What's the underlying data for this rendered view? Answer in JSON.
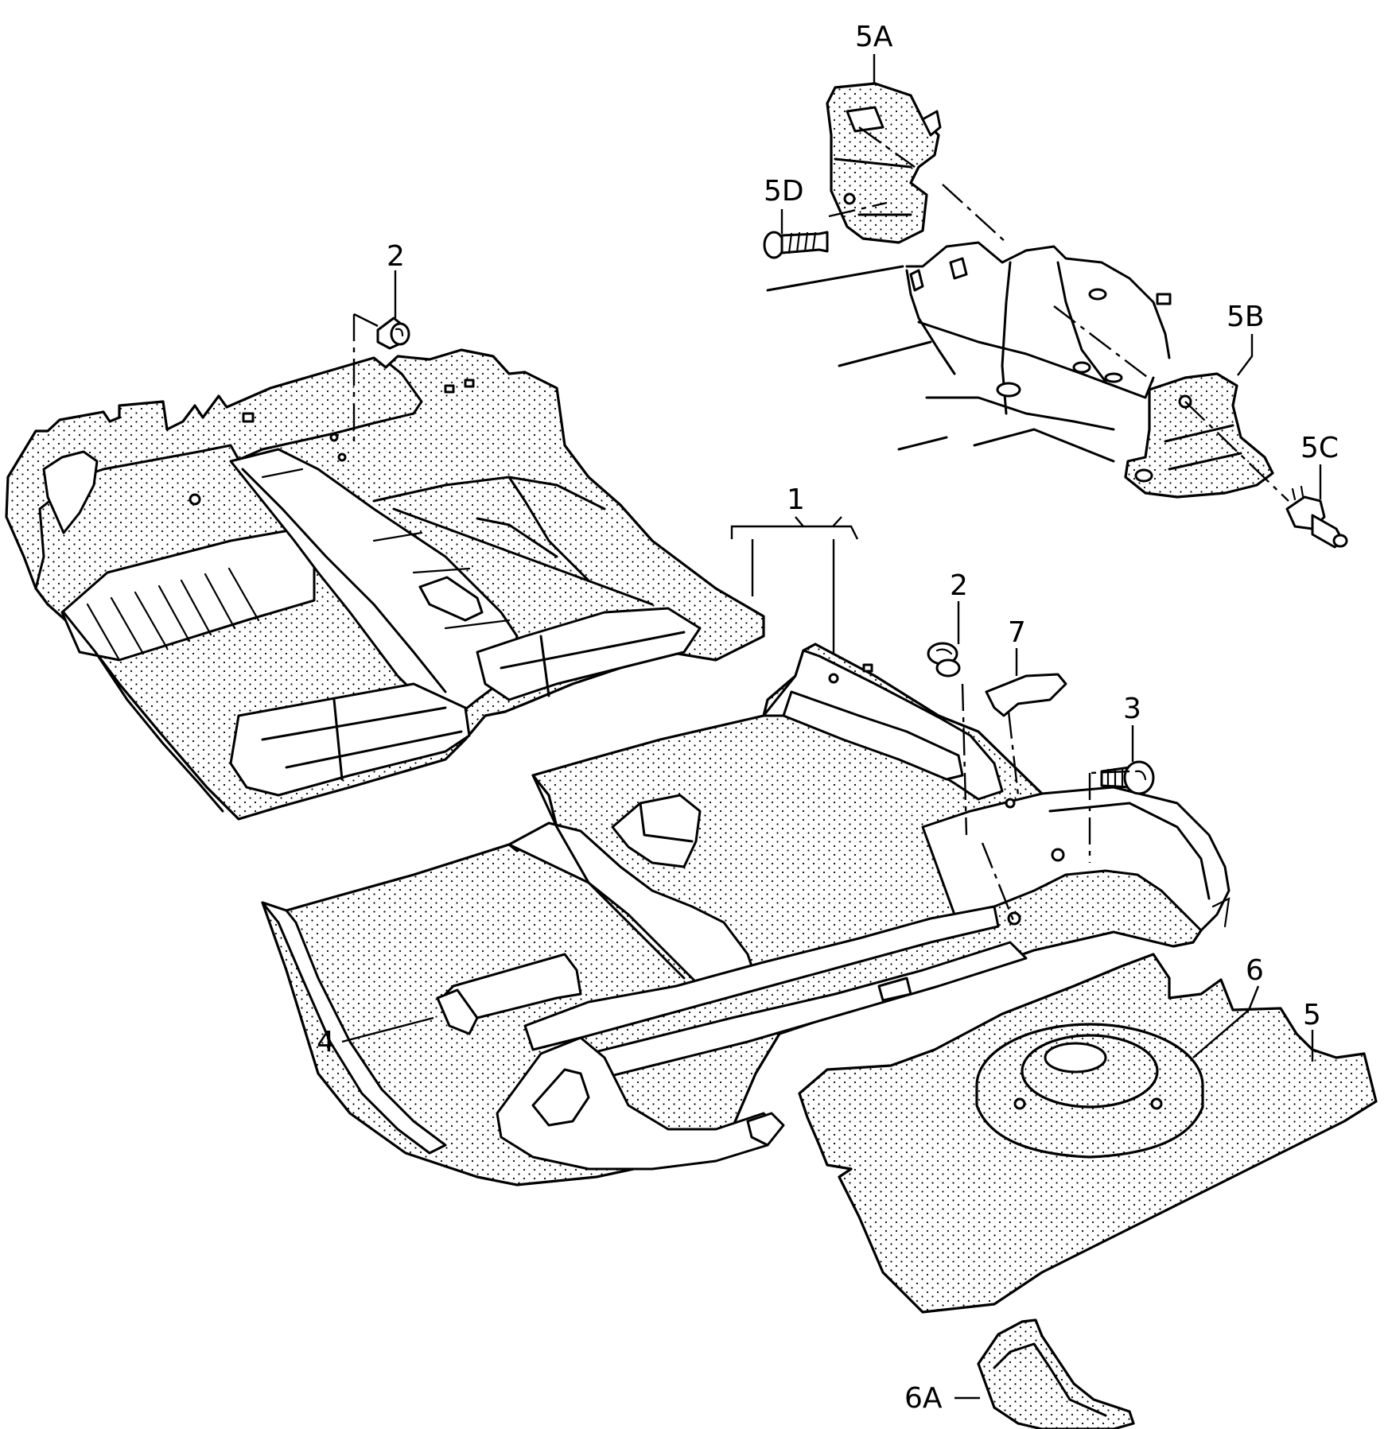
{
  "callouts": {
    "c1": "1",
    "c2a": "2",
    "c2b": "2",
    "c3": "3",
    "c4": "4",
    "c5": "5",
    "c5a": "5A",
    "c5b": "5B",
    "c5c": "5C",
    "c5d": "5D",
    "c6": "6",
    "c6a": "6A",
    "c7": "7"
  }
}
